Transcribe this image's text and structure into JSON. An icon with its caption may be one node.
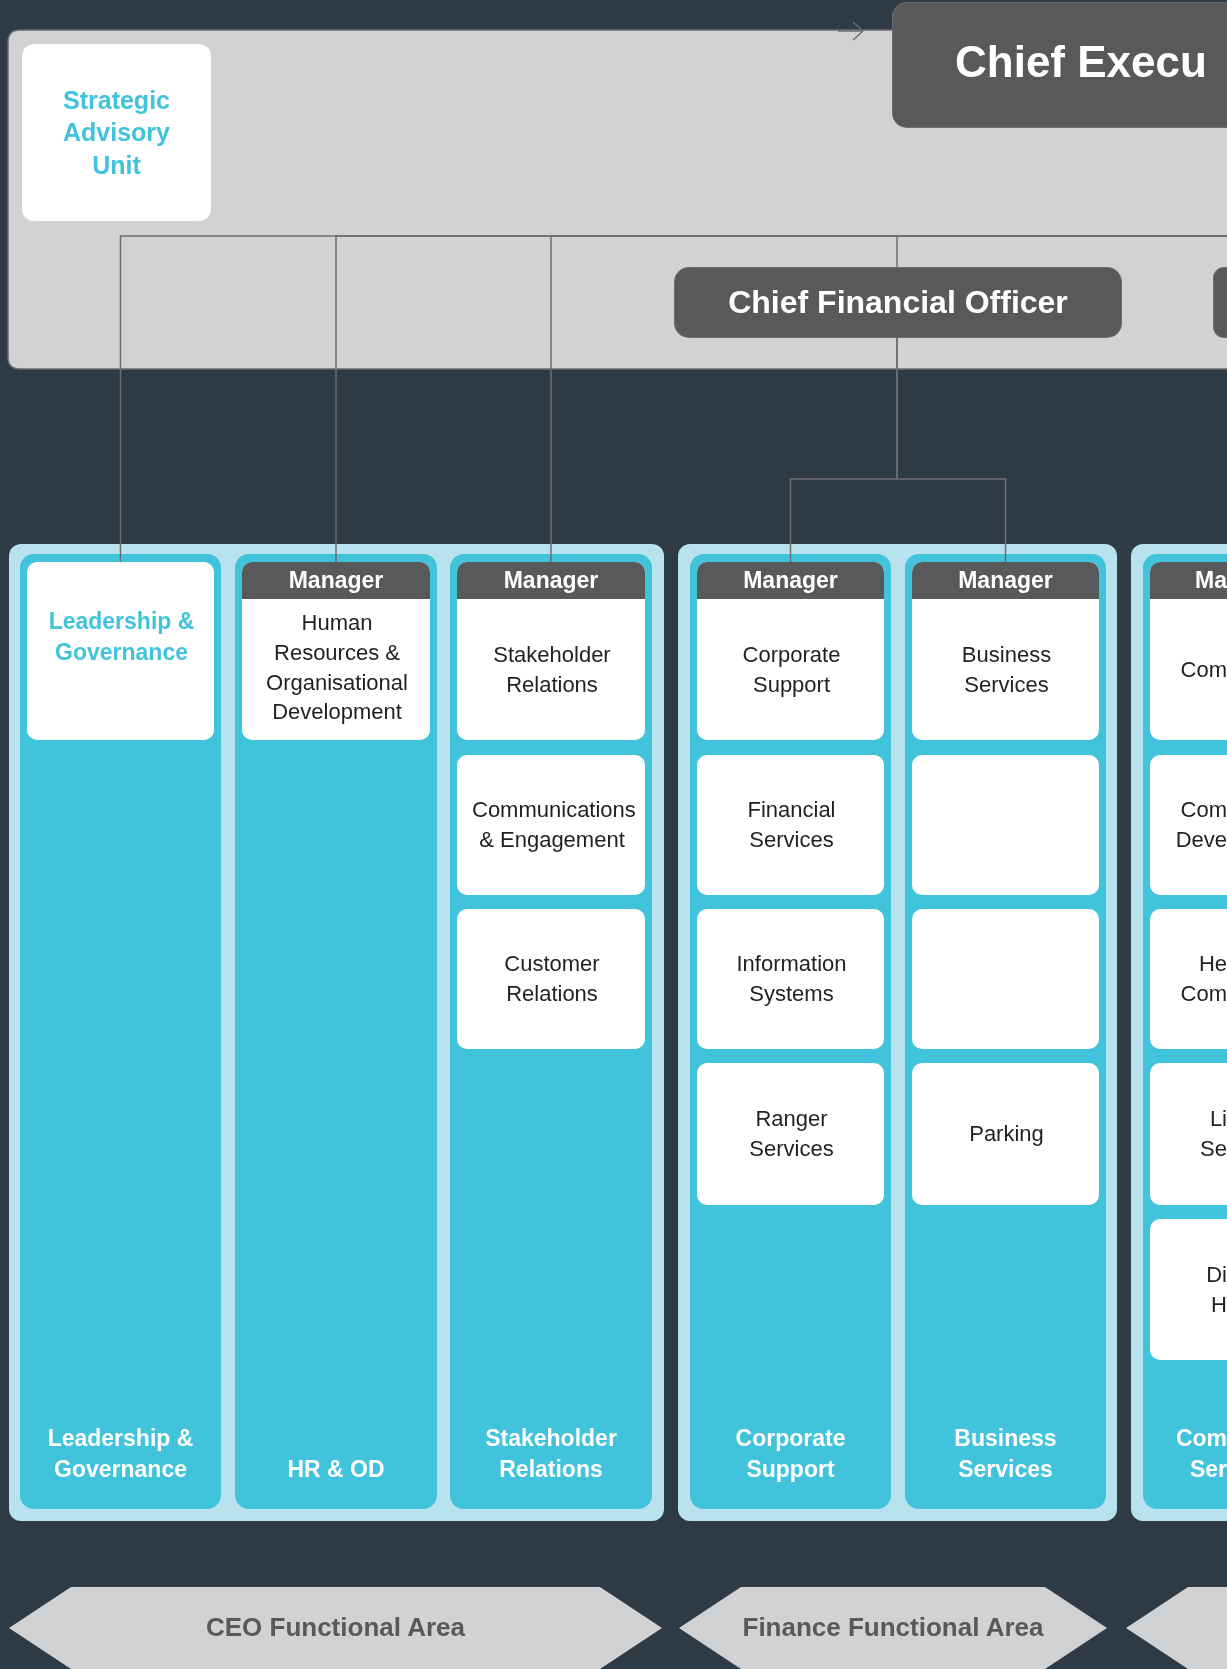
{
  "diagram": {
    "nodes": [
      {
        "text": [
          "Strategic Advisory Unit"
        ]
      },
      {
        "text": [
          "Chief Execu"
        ]
      },
      {
        "text": [
          "Chief Financial Officer"
        ]
      },
      {
        "text": [],
        "shape": "box"
      },
      {
        "text": [
          "Leadership & Governance"
        ]
      },
      {
        "text": [
          "Leadership & Governance"
        ],
        "in": 4
      },
      {
        "text": [
          "HR & OD"
        ]
      },
      {
        "text": [
          "Manager",
          "Human Resources & Organisational Development"
        ],
        "in": 6
      },
      {
        "text": [
          "Stakeholder Relations"
        ]
      },
      {
        "text": [
          "Manager",
          "Stakeholder Relations"
        ],
        "in": 8
      },
      {
        "text": [
          "Communications & Engagement"
        ],
        "in": 8
      },
      {
        "text": [
          "Customer Relations"
        ],
        "in": 8
      },
      {
        "text": [
          "Corporate Support"
        ]
      },
      {
        "text": [
          "Manager",
          "Corporate Support"
        ],
        "in": 12
      },
      {
        "text": [
          "Financial Services"
        ],
        "in": 12
      },
      {
        "text": [
          "Information Systems"
        ],
        "in": 12
      },
      {
        "text": [
          "Ranger Services"
        ],
        "in": 12
      },
      {
        "text": [
          "Business Services"
        ]
      },
      {
        "text": [
          "Manager",
          "Business Services"
        ],
        "in": 17
      },
      {
        "text": [],
        "shape": "box",
        "in": 17
      },
      {
        "text": [],
        "shape": "box",
        "in": 17
      },
      {
        "text": [
          "Parking"
        ],
        "in": 17
      },
      {
        "text": [
          "Com Ser"
        ]
      },
      {
        "text": [
          "Ma",
          "Com"
        ],
        "in": 22
      },
      {
        "text": [
          "Com Deve"
        ],
        "in": 22
      },
      {
        "text": [
          "He Com"
        ],
        "in": 22
      },
      {
        "text": [
          "Li Se"
        ],
        "in": 22
      },
      {
        "text": [
          "Di H"
        ],
        "in": 22
      },
      {
        "text": [
          "CEO Functional Area"
        ]
      },
      {
        "text": [
          "Finance Functional Area"
        ]
      },
      {
        "text": [],
        "shape": "arrow"
      }
    ],
    "edges": [
      {
        "from": null,
        "to": 1,
        "arrow": "to"
      },
      {
        "from": null,
        "to": 5,
        "arrow": "none"
      },
      {
        "from": null,
        "to": 7,
        "arrow": "none"
      },
      {
        "from": null,
        "to": 9,
        "arrow": "none"
      },
      {
        "from": null,
        "to": 2,
        "arrow": "none"
      },
      {
        "from": 2,
        "to": 13,
        "arrow": "none"
      },
      {
        "from": 2,
        "to": 18,
        "arrow": "none"
      }
    ]
  }
}
